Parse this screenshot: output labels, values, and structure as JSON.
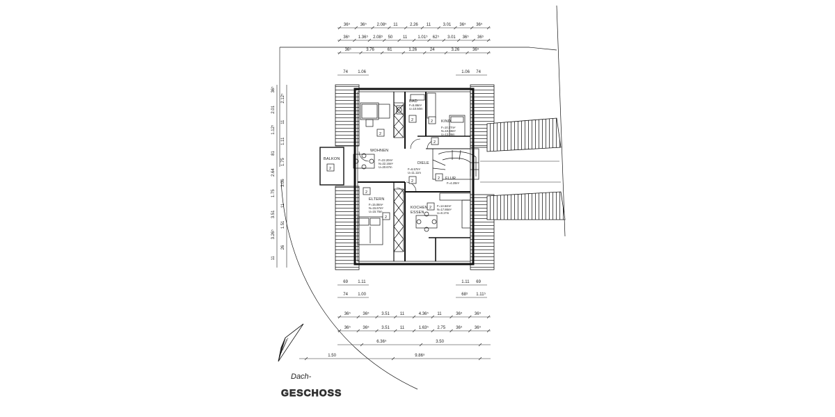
{
  "dims": {
    "top1": [
      "36⁵",
      "36⁵",
      "2.08⁵",
      "11",
      "2.26",
      "11",
      "3.01",
      "36⁵",
      "36⁵"
    ],
    "top2": [
      "36⁵",
      "1.36⁵",
      "2.08⁵",
      "50",
      "11",
      "1.01⁵",
      "62⁵",
      "3.01",
      "36⁵",
      "36⁵"
    ],
    "top3": [
      "36⁵",
      "3.76",
      "61",
      "1.26",
      "24",
      "3.26",
      "36⁵"
    ],
    "top_l": [
      "74",
      "1.06"
    ],
    "top_r": [
      "1.06",
      "74"
    ],
    "left": [
      "36⁵",
      "2.12⁵",
      "2.01",
      "11",
      "1.12⁵",
      "1.11",
      "81",
      "1.75",
      "2.64",
      "3.06",
      "1.75",
      "11",
      "3.51",
      "1.51",
      "3.26⁵",
      "26",
      "11"
    ],
    "bot_l1": [
      "69",
      "1.11"
    ],
    "bot_r1": [
      "1.11",
      "69"
    ],
    "bot_l2": [
      "74",
      "1.00"
    ],
    "bot_r2": [
      "68⁵",
      "1.11⁵"
    ],
    "bot3": [
      "36⁵",
      "36⁵",
      "3.51",
      "11",
      "4.36⁵",
      "11",
      "36⁵",
      "36⁵"
    ],
    "bot4": [
      "36⁵",
      "36⁵",
      "3.51",
      "11",
      "1.63⁵",
      "2.75",
      "36⁵",
      "36⁵"
    ],
    "bot5": [
      "6.36⁵",
      "3.50"
    ],
    "bot6": [
      "1.50",
      "9.86⁵"
    ]
  },
  "rooms": {
    "bad": "BAD",
    "kind": "KIND",
    "wohnen": "WOHNEN",
    "balkon": "BALKON",
    "diele": "DIELE",
    "flur": "FLUR",
    "eltern": "ELTERN",
    "kochen": "KOCHEN",
    "essen": "ESSEN"
  },
  "areas": {
    "bad": [
      "F=5.86m²",
      "U=10.50m"
    ],
    "kind": [
      "F=10.27m²",
      "N=10.69m²",
      "U=13.09m"
    ],
    "wohnen": [
      "F=22.20m²",
      "N=22.16m²",
      "U=20.67m"
    ],
    "diele": [
      "F=6.57m²",
      "U=11.11m"
    ],
    "flur": [
      "F=4.20m²"
    ],
    "eltern": [
      "F=15.08m²",
      "N=15.67m²",
      "U=15.75m"
    ],
    "kochen": [
      "F=14.64m²",
      "N=17.86m²",
      "U=8.17m"
    ]
  },
  "markers": [
    "2",
    "2",
    "2",
    "2",
    "2",
    "2",
    "2",
    "2",
    "2",
    "2"
  ],
  "footer": {
    "handwritten": "Dach-",
    "title": "GESCHOSS"
  },
  "colors": {
    "ink": "#111111",
    "paper": "#ffffff"
  }
}
